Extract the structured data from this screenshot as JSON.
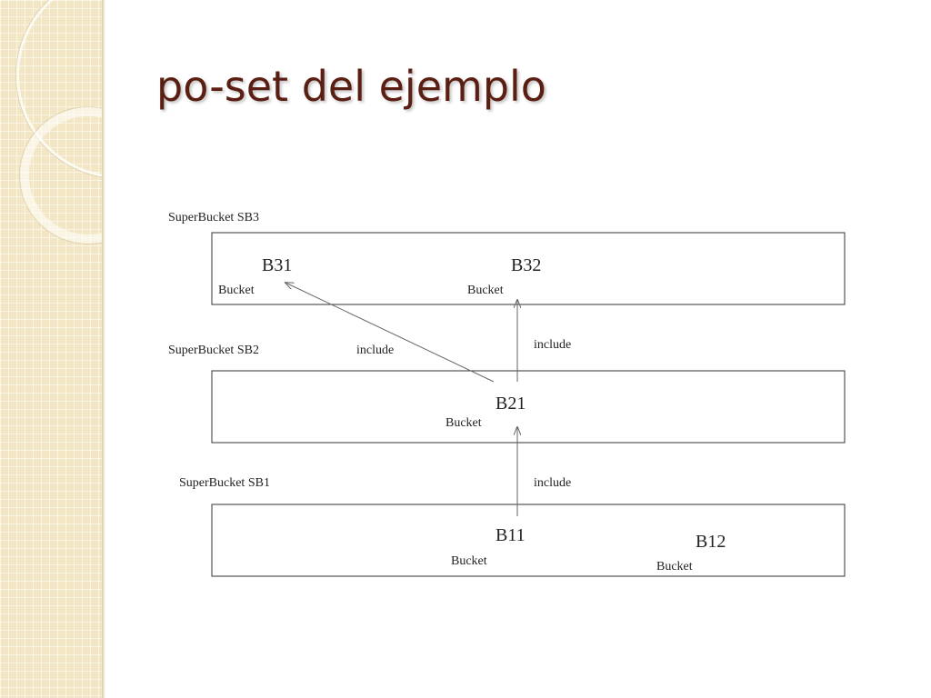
{
  "slide": {
    "title": "po-set del ejemplo"
  },
  "diagram": {
    "superbuckets": [
      {
        "label": "SuperBucket SB3"
      },
      {
        "label": "SuperBucket SB2"
      },
      {
        "label": "SuperBucket SB1"
      }
    ],
    "buckets": [
      {
        "name": "B31",
        "kind": "Bucket"
      },
      {
        "name": "B32",
        "kind": "Bucket"
      },
      {
        "name": "B21",
        "kind": "Bucket"
      },
      {
        "name": "B11",
        "kind": "Bucket"
      },
      {
        "name": "B12",
        "kind": "Bucket"
      }
    ],
    "edges": [
      {
        "from": "B21",
        "to": "B31",
        "label": "include"
      },
      {
        "from": "B21",
        "to": "B32",
        "label": "include"
      },
      {
        "from": "B11",
        "to": "B21",
        "label": "include"
      }
    ]
  }
}
